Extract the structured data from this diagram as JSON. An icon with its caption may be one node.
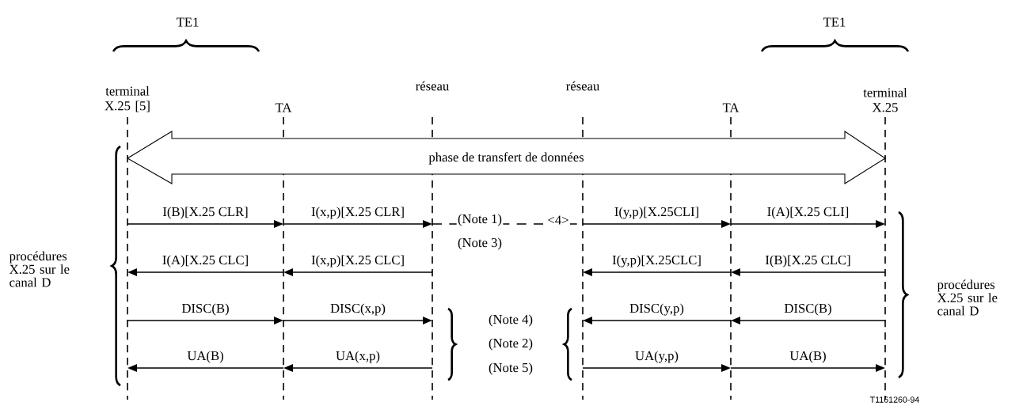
{
  "diagram": {
    "nodes": [
      {
        "text": [
          "terminal X.25 [5]"
        ]
      },
      {
        "text": [
          "TA"
        ]
      },
      {
        "text": [
          "réseau"
        ]
      },
      {
        "text": [
          "réseau"
        ]
      },
      {
        "text": [
          "TA"
        ]
      },
      {
        "text": [
          "terminal X.25"
        ]
      }
    ],
    "edges": [
      {
        "from": 0,
        "to": 5,
        "arrow": "both",
        "label": "phase de transfert de données"
      },
      {
        "from": 0,
        "to": 1,
        "arrow": "to",
        "label": "I(B)[X.25 CLR]"
      },
      {
        "from": 1,
        "to": 2,
        "arrow": "to",
        "label": "I(x,p)[X.25 CLR]"
      },
      {
        "from": 2,
        "to": 3,
        "arrow": "none",
        "style": "dashed",
        "label": "(Note 1)"
      },
      {
        "from": 3,
        "to": 4,
        "arrow": "to",
        "label": "I(y,p)[X.25CLI]"
      },
      {
        "from": 4,
        "to": 5,
        "arrow": "to",
        "label": "I(A)[X.25 CLI]"
      },
      {
        "from": 1,
        "to": 0,
        "arrow": "to",
        "label": "I(A)[X.25 CLC]"
      },
      {
        "from": 2,
        "to": 1,
        "arrow": "to",
        "label": "I(x,p)[X.25 CLC]"
      },
      {
        "from": 4,
        "to": 3,
        "arrow": "to",
        "label": "I(y,p)[X.25CLC]"
      },
      {
        "from": 5,
        "to": 4,
        "arrow": "to",
        "label": "I(B)[X.25 CLC]"
      },
      {
        "from": 0,
        "to": 1,
        "arrow": "to",
        "label": "DISC(B)"
      },
      {
        "from": 1,
        "to": 2,
        "arrow": "to",
        "label": "DISC(x,p)"
      },
      {
        "from": 4,
        "to": 3,
        "arrow": "to",
        "label": "DISC(y,p)"
      },
      {
        "from": 5,
        "to": 4,
        "arrow": "to",
        "label": "DISC(B)"
      },
      {
        "from": 1,
        "to": 0,
        "arrow": "to",
        "label": "UA(B)"
      },
      {
        "from": 2,
        "to": 1,
        "arrow": "to",
        "label": "UA(x,p)"
      },
      {
        "from": 3,
        "to": 4,
        "arrow": "to",
        "label": "UA(y,p)"
      },
      {
        "from": 4,
        "to": 5,
        "arrow": "to",
        "label": "UA(B)"
      }
    ],
    "labels": [
      "TE1",
      "TE1",
      "<4>",
      "(Note 3)",
      "procédures X.25 sur le canal D",
      "procédures X.25 sur le canal D",
      "(Note 4)",
      "(Note 2)",
      "(Note 5)",
      "T1161260-94"
    ]
  }
}
